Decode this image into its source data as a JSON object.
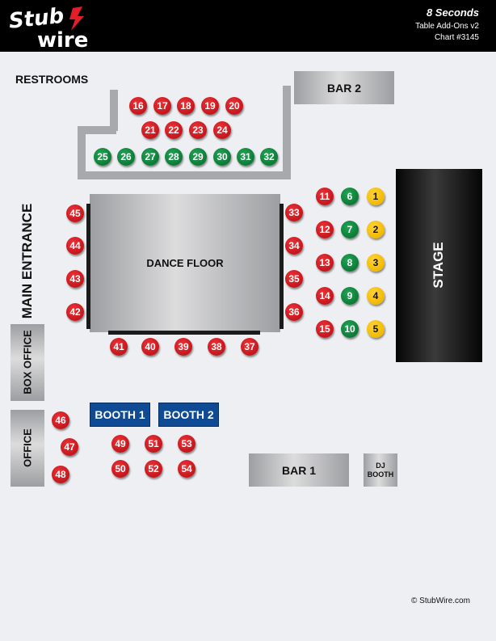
{
  "header": {
    "logo_line1": "Stub",
    "logo_line2": "wire",
    "venue": "8 Seconds",
    "subtitle": "Table Add-Ons v2",
    "chart": "Chart #3145"
  },
  "labels": {
    "restrooms": "RESTROOMS",
    "bar2": "BAR 2",
    "main_entrance": "MAIN ENTRANCE",
    "dance_floor": "DANCE FLOOR",
    "stage": "STAGE",
    "box_office": "BOX OFFICE",
    "office": "OFFICE",
    "booth1": "BOOTH 1",
    "booth2": "BOOTH 2",
    "bar1": "BAR 1",
    "dj_line1": "DJ",
    "dj_line2": "BOOTH"
  },
  "footer": "© StubWire.com",
  "colors": {
    "red": "#d1202a",
    "green": "#0e8a3f",
    "yellow": "#f5c518",
    "booth": "#0f4a95",
    "header": "#000000"
  },
  "tables": [
    {
      "n": "1",
      "color": "yellow"
    },
    {
      "n": "2",
      "color": "yellow"
    },
    {
      "n": "3",
      "color": "yellow"
    },
    {
      "n": "4",
      "color": "yellow"
    },
    {
      "n": "5",
      "color": "yellow"
    },
    {
      "n": "6",
      "color": "green"
    },
    {
      "n": "7",
      "color": "green"
    },
    {
      "n": "8",
      "color": "green"
    },
    {
      "n": "9",
      "color": "green"
    },
    {
      "n": "10",
      "color": "green"
    },
    {
      "n": "11",
      "color": "red"
    },
    {
      "n": "12",
      "color": "red"
    },
    {
      "n": "13",
      "color": "red"
    },
    {
      "n": "14",
      "color": "red"
    },
    {
      "n": "15",
      "color": "red"
    },
    {
      "n": "16",
      "color": "red"
    },
    {
      "n": "17",
      "color": "red"
    },
    {
      "n": "18",
      "color": "red"
    },
    {
      "n": "19",
      "color": "red"
    },
    {
      "n": "20",
      "color": "red"
    },
    {
      "n": "21",
      "color": "red"
    },
    {
      "n": "22",
      "color": "red"
    },
    {
      "n": "23",
      "color": "red"
    },
    {
      "n": "24",
      "color": "red"
    },
    {
      "n": "25",
      "color": "green"
    },
    {
      "n": "26",
      "color": "green"
    },
    {
      "n": "27",
      "color": "green"
    },
    {
      "n": "28",
      "color": "green"
    },
    {
      "n": "29",
      "color": "green"
    },
    {
      "n": "30",
      "color": "green"
    },
    {
      "n": "31",
      "color": "green"
    },
    {
      "n": "32",
      "color": "green"
    },
    {
      "n": "33",
      "color": "red"
    },
    {
      "n": "34",
      "color": "red"
    },
    {
      "n": "35",
      "color": "red"
    },
    {
      "n": "36",
      "color": "red"
    },
    {
      "n": "37",
      "color": "red"
    },
    {
      "n": "38",
      "color": "red"
    },
    {
      "n": "39",
      "color": "red"
    },
    {
      "n": "40",
      "color": "red"
    },
    {
      "n": "41",
      "color": "red"
    },
    {
      "n": "42",
      "color": "red"
    },
    {
      "n": "43",
      "color": "red"
    },
    {
      "n": "44",
      "color": "red"
    },
    {
      "n": "45",
      "color": "red"
    },
    {
      "n": "46",
      "color": "red"
    },
    {
      "n": "47",
      "color": "red"
    },
    {
      "n": "48",
      "color": "red"
    },
    {
      "n": "49",
      "color": "red"
    },
    {
      "n": "50",
      "color": "red"
    },
    {
      "n": "51",
      "color": "red"
    },
    {
      "n": "52",
      "color": "red"
    },
    {
      "n": "53",
      "color": "red"
    },
    {
      "n": "54",
      "color": "red"
    }
  ]
}
